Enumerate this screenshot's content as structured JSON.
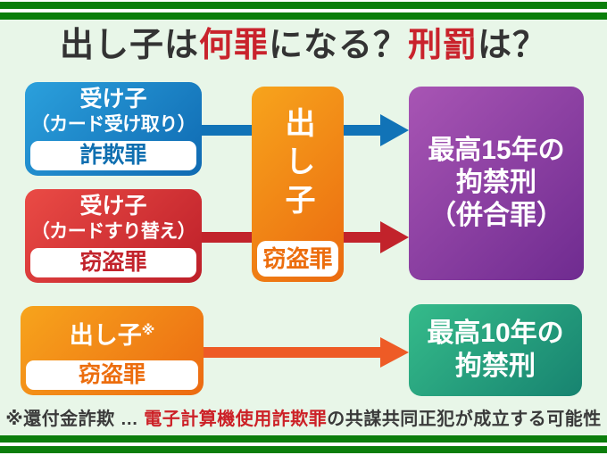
{
  "title": {
    "segments": [
      {
        "text": "出し子は",
        "color": "#333333"
      },
      {
        "text": "何罪",
        "color": "#c9232c"
      },
      {
        "text": "になる？",
        "color": "#333333"
      },
      {
        "text": "刑罰",
        "color": "#c9232c"
      },
      {
        "text": "は？",
        "color": "#333333"
      }
    ]
  },
  "boxes": {
    "ukeko_receive": {
      "role_line1": "受け子",
      "role_line2": "（カード受け取り）",
      "crime": "詐欺罪"
    },
    "ukeko_swap": {
      "role_line1": "受け子",
      "role_line2": "（カードすり替え）",
      "crime": "窃盗罪"
    },
    "dashiko_center": {
      "role": "出し子",
      "crime": "窃盗罪"
    },
    "penalty_combined": {
      "line1": "最高15年の",
      "line2": "拘禁刑",
      "line3": "（併合罪）"
    },
    "dashiko_refund": {
      "role": "出し子",
      "footnote_mark": "※",
      "crime": "窃盗罪"
    },
    "penalty_theft": {
      "line1": "最高10年の",
      "line2": "拘禁刑"
    }
  },
  "footnote": {
    "prefix": "※還付金詐欺 … ",
    "highlight": "電子計算機使用詐欺罪",
    "suffix": "の共謀共同正犯が成立する可能性"
  },
  "colors": {
    "background": "#e8f6e8",
    "frame_green": "#0b7e0b",
    "title_text": "#333333",
    "title_accent": "#c9232c",
    "blue_gradient_start": "#2ba0dc",
    "blue_gradient_end": "#0f6ab2",
    "blue_arrow": "#1173b7",
    "blue_crime_text": "#0f6fb0",
    "red_gradient_start": "#ea4b45",
    "red_gradient_end": "#bd1f29",
    "red_arrow": "#c2232b",
    "red_crime_text": "#c2232b",
    "orange_gradient_start": "#f7a41c",
    "orange_gradient_end": "#eb6a10",
    "orange_crime_text": "#ec6d0d",
    "orange_arrow": "#ee5b26",
    "purple_gradient_start": "#a855b4",
    "purple_gradient_end": "#6f2b90",
    "teal_gradient_start": "#35bb8a",
    "teal_gradient_end": "#178370",
    "footnote_text": "#3a3a3a",
    "footnote_accent": "#cc2127"
  }
}
